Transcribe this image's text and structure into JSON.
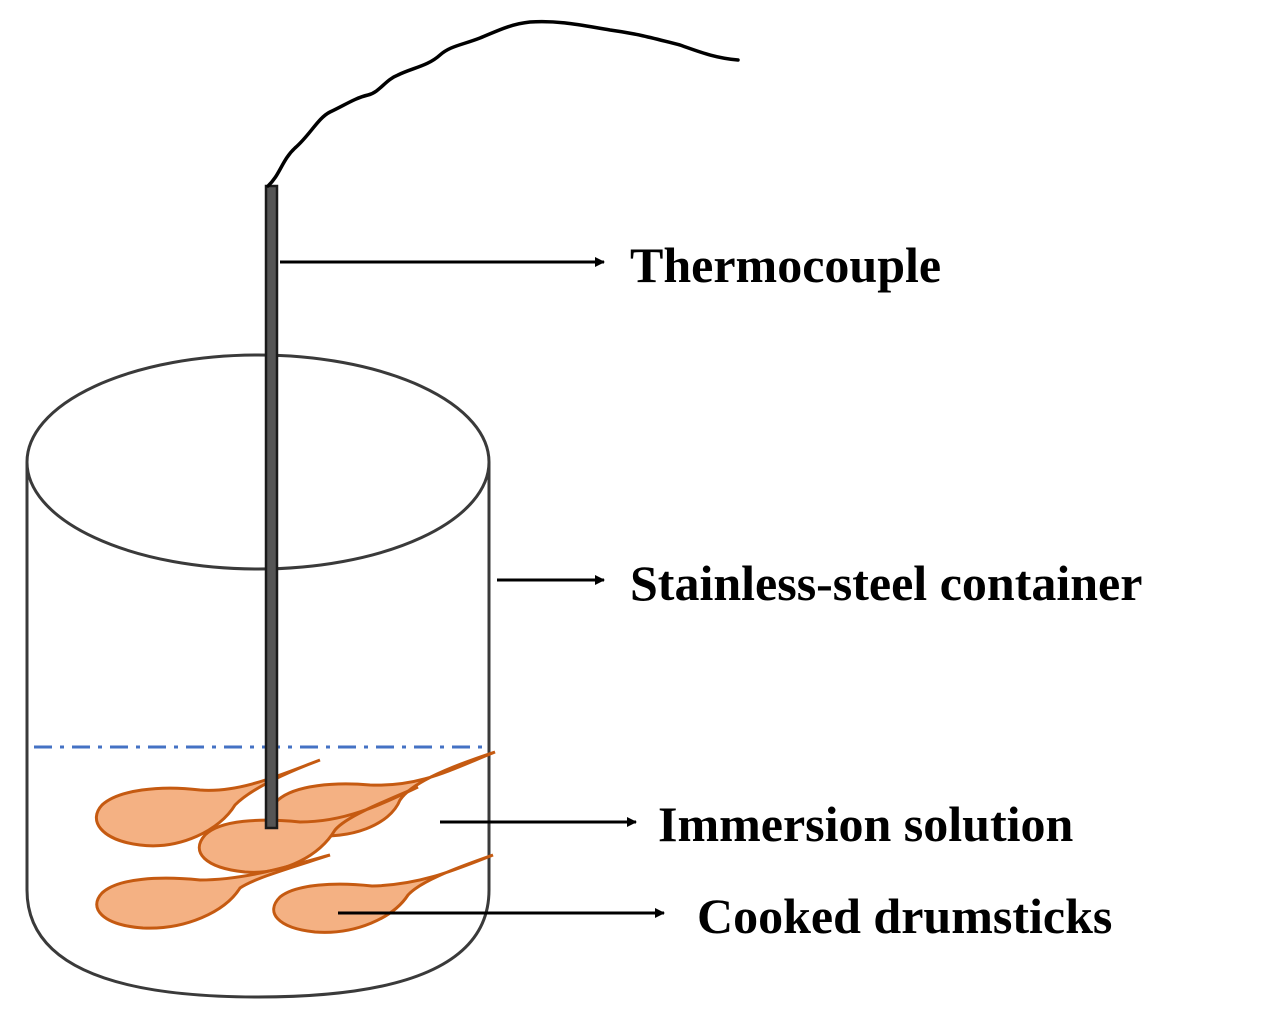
{
  "labels": {
    "thermocouple": "Thermocouple",
    "container": "Stainless-steel container",
    "solution": "Immersion solution",
    "drumsticks": "Cooked drumsticks"
  },
  "colors": {
    "outline": "#3a3a3a",
    "probe": "#1a1a1a",
    "solution_line": "#4472c4",
    "drumstick_fill": "#f4b183",
    "drumstick_stroke": "#c55a11",
    "arrow": "#000000"
  }
}
